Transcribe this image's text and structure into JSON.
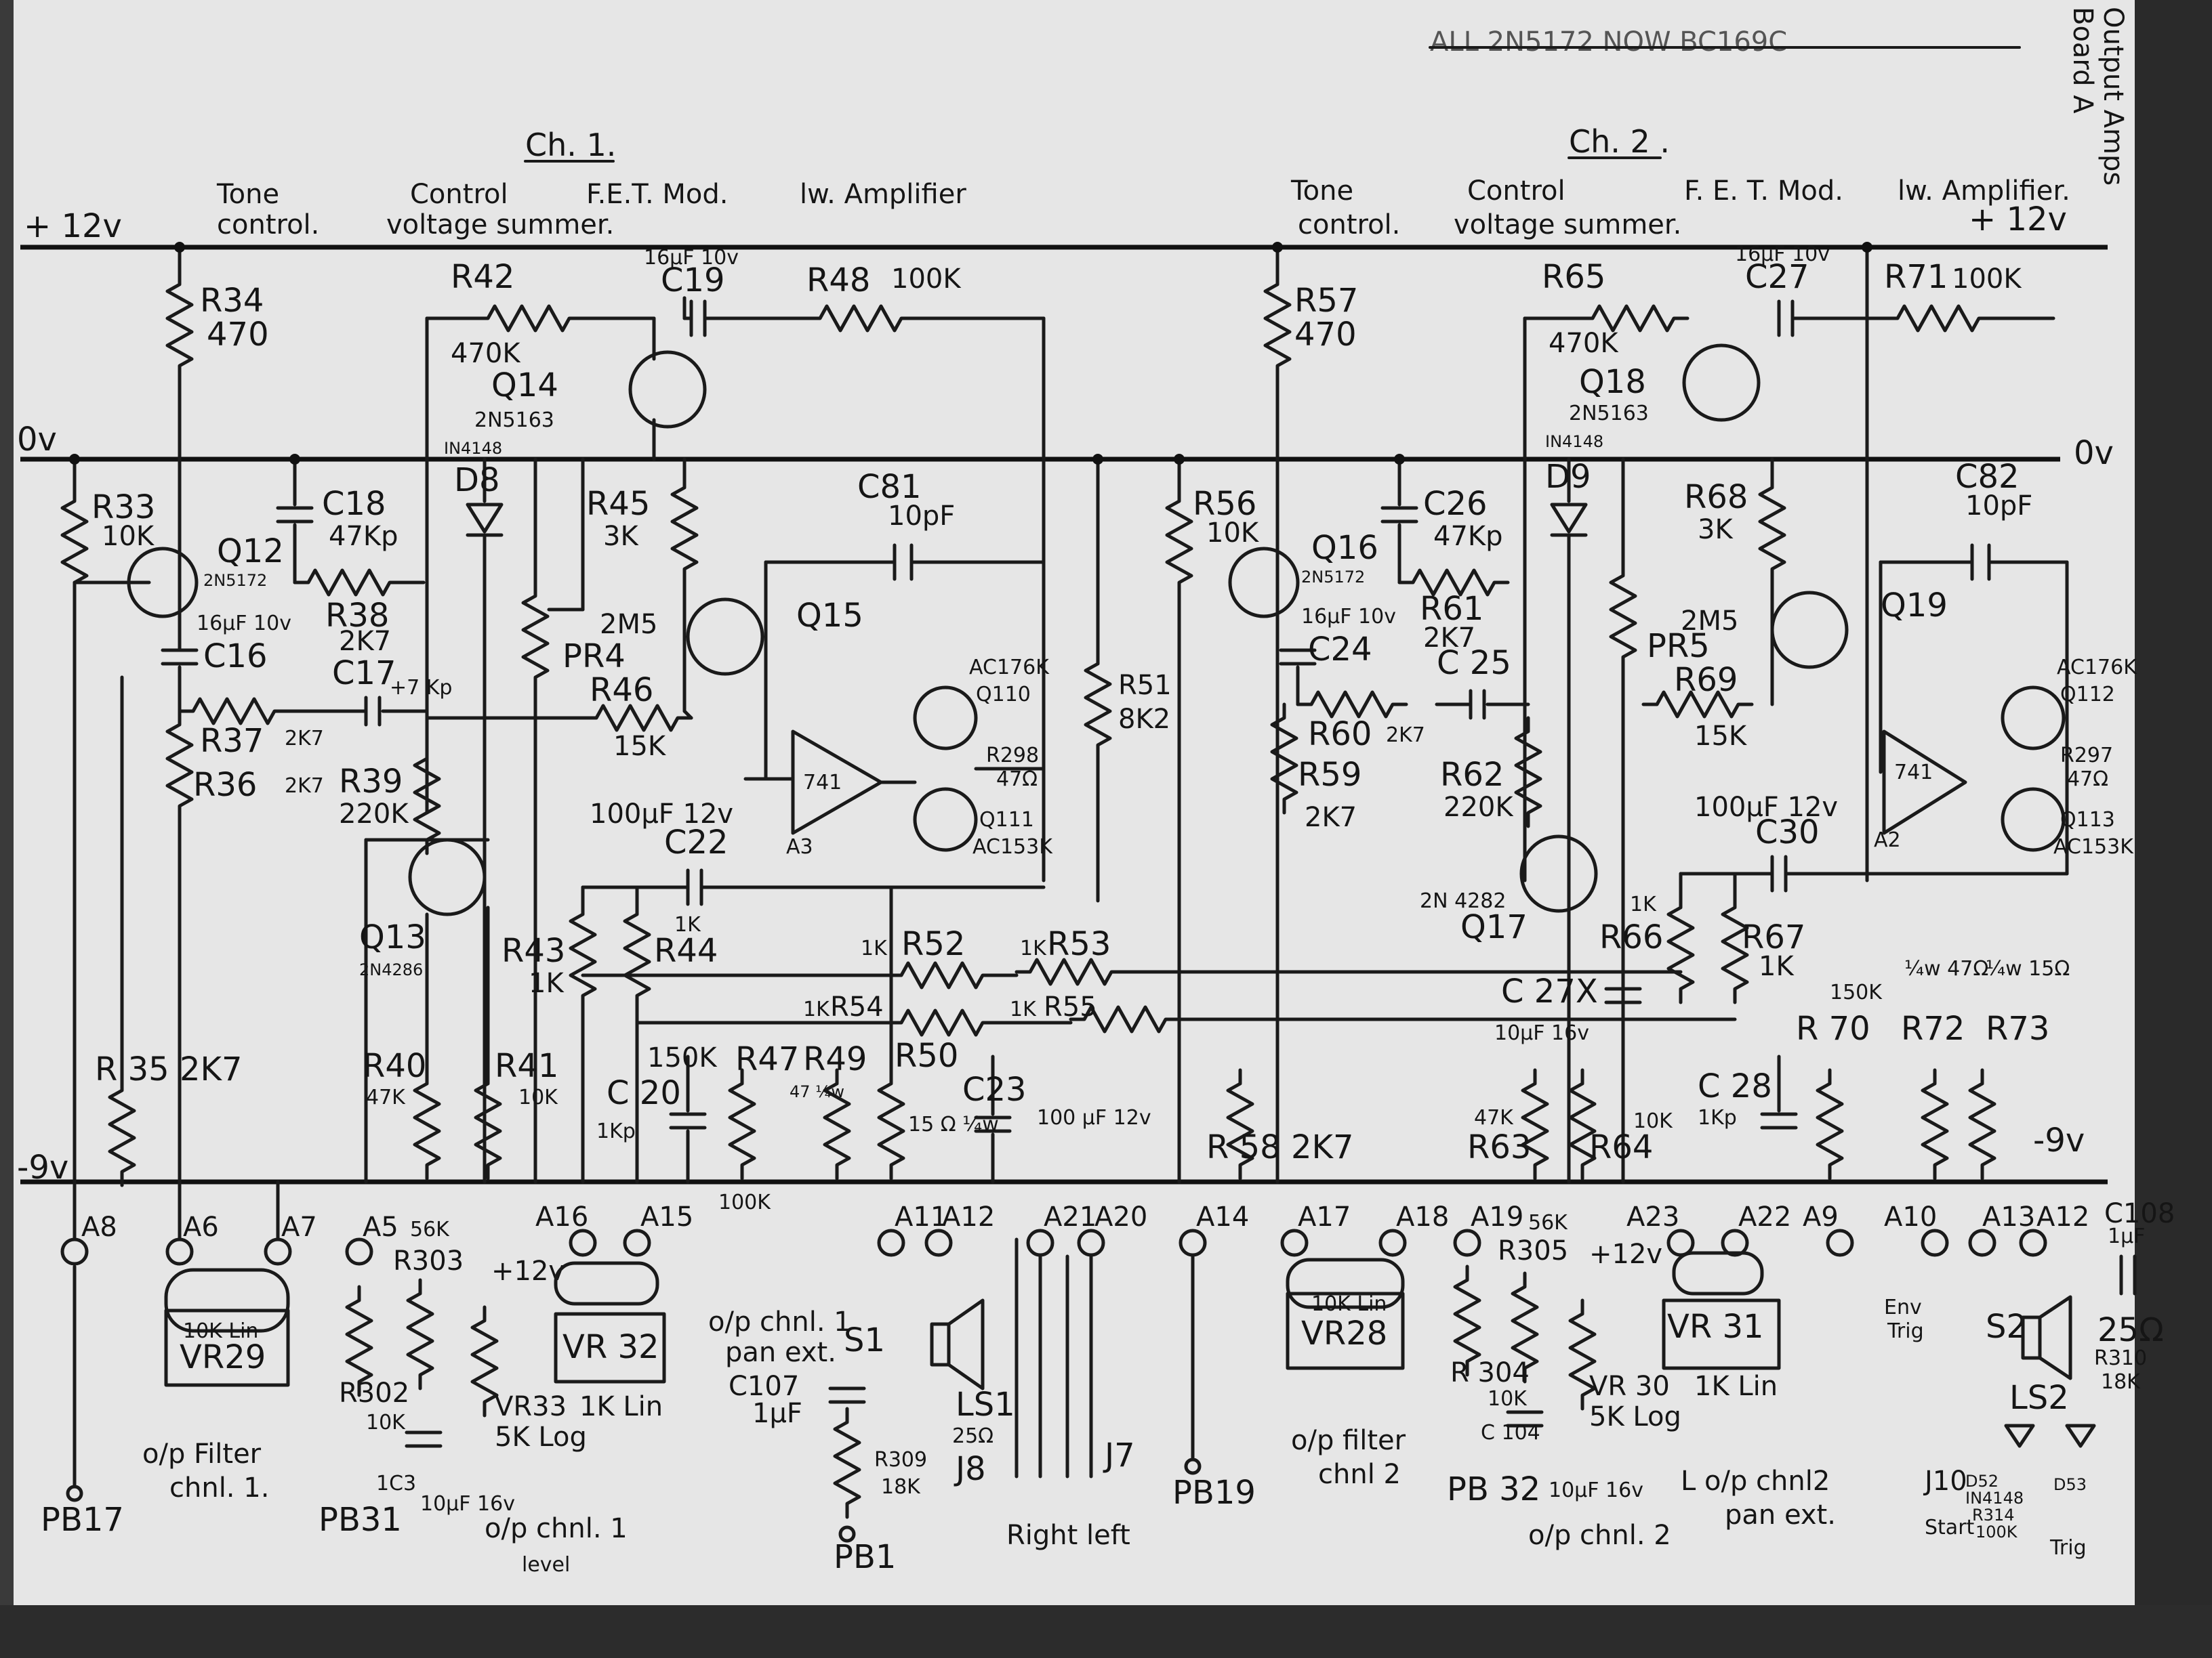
{
  "header_note": "ALL 2N5172 NOW BC169C",
  "corner_title": [
    "Output Amps",
    "Board A"
  ],
  "channels": {
    "ch1": {
      "title": "Ch. 1.",
      "sections": [
        "Tone",
        "control.",
        "Control",
        "voltage summer.",
        "F.E.T. Mod.",
        "lw. Amplifier"
      ]
    },
    "ch2": {
      "title": "Ch. 2 .",
      "sections": [
        "Tone",
        "control.",
        "Control",
        "voltage summer.",
        "F. E. T. Mod.",
        "lw. Amplifier."
      ]
    }
  },
  "rails": {
    "pos": "+ 12v",
    "pos2": "+ 12v",
    "zero_left": "0v",
    "zero_right": "0v",
    "neg_left": "-9v",
    "neg_right": "-9v"
  },
  "ch1_parts": {
    "R34": "R34",
    "R34v": "470",
    "R42": "R42",
    "R42v": "470K",
    "C19": "C19",
    "C19v": "16μF 10v",
    "R48": "R48",
    "R48v": "100K",
    "Q14": "Q14",
    "Q14t": "2N5163",
    "D8": "D8",
    "D8t": "IN4148",
    "R33": "R33",
    "R33v": "10K",
    "C18": "C18",
    "C18v": "47Kp",
    "Q12": "Q12",
    "Q12t": "2N5172",
    "R45": "R45",
    "R45v": "3K",
    "C81": "C81",
    "C81v": "10pF",
    "C16": "C16",
    "C16v": "16μF 10v",
    "R38": "R38",
    "R38v": "2K7",
    "PR4": "PR4",
    "PR4v": "2M5",
    "Q15": "Q15",
    "C17": "C17",
    "C17v": "+7 Kp",
    "R46": "R46",
    "R46v": "15K",
    "Q110": "Q110",
    "Q110t": "AC176K",
    "R37": "R37",
    "R37v": "2K7",
    "R36": "R36",
    "R36v": "2K7",
    "R39": "R39",
    "R39v": "220K",
    "IC741": "741",
    "A3": "A3",
    "R298": "R298",
    "R298v": "47Ω",
    "Q111": "Q111",
    "Q111t": "AC153K",
    "R51": "R51",
    "R51v": "8K2",
    "C22": "C22",
    "C22v": "100μF 12v",
    "Q13": "Q13",
    "Q13t": "2N4286",
    "R43": "R43",
    "R43v": "1K",
    "R44": "R44",
    "R44v": "1K",
    "R52": "R52",
    "R52v": "1K",
    "R53": "R53",
    "R53v": "1K",
    "R54": "R54",
    "R54v": "1K",
    "R55": "R55",
    "R55v": "1K",
    "R35": "R 35",
    "R35v": "2K7",
    "R40": "R40",
    "R40v": "47K",
    "R41": "R41",
    "R41v": "10K",
    "C20": "C 20",
    "C20v": "1Kp",
    "R47": "R47",
    "R47v": "150K",
    "R49": "R49",
    "R49v": "47 ¼w",
    "R50": "R50",
    "R50v": "15 Ω ¼w",
    "C23": "C23",
    "C23v": "100 μF 12v",
    "R47b": "100K"
  },
  "ch2_parts": {
    "R57": "R57",
    "R57v": "470",
    "R65": "R65",
    "R65v": "470K",
    "C27": "C27",
    "C27v": "16μF 10v",
    "R71": "R71",
    "R71v": "100K",
    "Q18": "Q18",
    "Q18t": "2N5163",
    "D9": "D9",
    "D9t": "IN4148",
    "R56": "R56",
    "R56v": "10K",
    "C26": "C26",
    "C26v": "47Kp",
    "Q16": "Q16",
    "Q16t": "2N5172",
    "R68": "R68",
    "R68v": "3K",
    "C82": "C82",
    "C82v": "10pF",
    "C24": "C24",
    "C24v": "16μF 10v",
    "R61": "R61",
    "R61v": "2K7",
    "PR5": "PR5",
    "PR5v": "2M5",
    "Q19": "Q19",
    "C25": "C 25",
    "R69": "R69",
    "R69v": "15K",
    "Q112": "Q112",
    "Q112t": "AC176K",
    "R60": "R60",
    "R60v": "2K7",
    "R59": "R59",
    "R59v": "2K7",
    "R62": "R62",
    "R62v": "220K",
    "IC741": "741",
    "A2": "A2",
    "R297": "R297",
    "R297v": "47Ω",
    "Q113": "Q113",
    "Q113t": "AC153K",
    "C30": "C30",
    "C30v": "100μF 12v",
    "Q17": "Q17",
    "Q17t": "2N 4282",
    "R66": "R66",
    "R66v": "1K",
    "R67": "R67",
    "R67v": "1K",
    "C27X": "C 27X",
    "C27Xv": "10μF 16v",
    "R70": "R 70",
    "R70v": "150K",
    "R72": "R72",
    "R72v": "¼w 47Ω",
    "R73": "R73",
    "R73v": "¼w 15Ω",
    "R58": "R 58",
    "R58v": "2K7",
    "R63": "R63",
    "R63v": "47K",
    "R64": "R64",
    "R64v": "10K",
    "C28": "C 28",
    "C28v": "1Kp"
  },
  "connectors": [
    "A8",
    "A6",
    "A7",
    "A5",
    "A16",
    "A15",
    "A11",
    "A12",
    "A21",
    "A20",
    "A14",
    "A17",
    "A18",
    "A19",
    "A23",
    "A22",
    "A9",
    "A10",
    "A13",
    "A12"
  ],
  "bottom": {
    "VR29": "VR29",
    "VR29v": "10K Lin",
    "VR29o": "o/p Filter",
    "VR29o2": "chnl. 1.",
    "R303": "R303",
    "R303v": "56K",
    "R302": "R302",
    "R302v": "10K",
    "C103": "1C3",
    "C103v": "10μF 16v",
    "VR33": "VR33",
    "VR33v": "5K Log",
    "VR33o": "o/p chnl. 1",
    "VR33o2": "level",
    "VR32": "VR 32",
    "VR32v": "1K Lin",
    "pan1": "o/p chnl. 1",
    "pan1b": "pan ext.",
    "S1": "S1",
    "C107": "C107",
    "C107v": "1μF",
    "R309": "R309",
    "R309v": "18K",
    "LS1": "LS1",
    "LS1v": "25Ω",
    "J8": "J8",
    "J7": "J7",
    "rightleft": "Right left",
    "VR28": "VR28",
    "VR28v": "10K Lin",
    "VR28o": "o/p filter",
    "VR28o2": "chnl 2",
    "R305": "R305",
    "R305v": "56K",
    "R304": "R 304",
    "R304v": "10K",
    "C104": "C 104",
    "C104v": "10μF 16v",
    "VR30": "VR 30",
    "VR30v": "5K Log",
    "VR30o": "o/p chnl. 2",
    "VR31": "VR 31",
    "VR31v": "1K Lin",
    "pan2": "L o/p chnl2",
    "pan2b": "pan ext.",
    "env": "Env",
    "envb": "Trig",
    "S2": "S2",
    "LS2": "LS2",
    "C108": "C108",
    "C108v": "1μF",
    "R310": "R310",
    "R310v": "18K",
    "J10": "J10",
    "D52": "D52",
    "IN4148": "IN4148",
    "R314": "R314",
    "R314v": "100K",
    "D53": "D53",
    "trig": "Trig",
    "start": "Start",
    "PB17": "PB17",
    "PB31": "PB31",
    "PB1": "PB1",
    "PB19": "PB19",
    "PB32": "PB 32",
    "ohm25": "25Ω"
  }
}
